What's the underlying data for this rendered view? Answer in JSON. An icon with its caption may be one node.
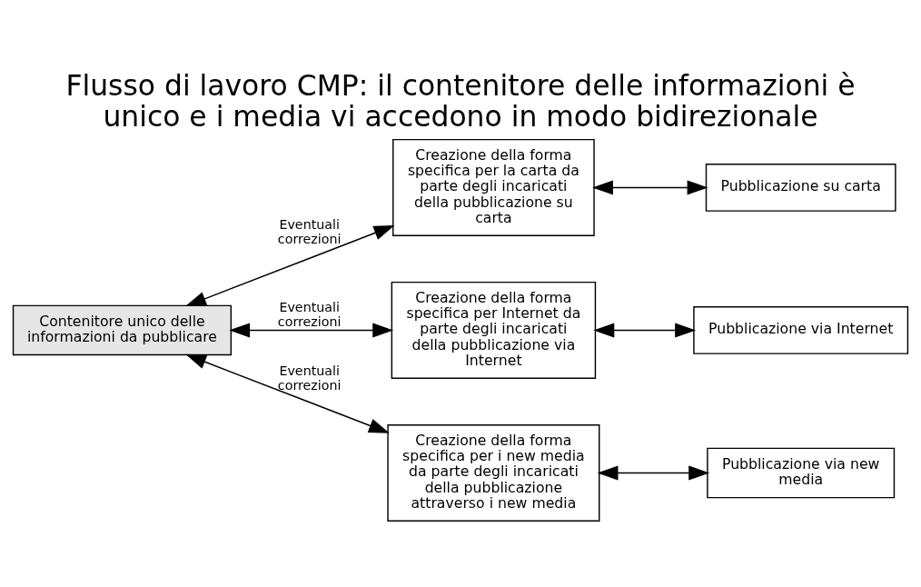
{
  "diagram": {
    "title": "Flusso di lavoro CMP: il contenitore delle informazioni è unico e i media vi accedono in modo bidirezionale",
    "nodes": [
      {
        "text": [
          "Contenitore unico delle informazioni da pubblicare"
        ]
      },
      {
        "text": [
          "Creazione della forma specifica per la carta da parte degli incaricati della pubblicazione su carta"
        ]
      },
      {
        "text": [
          "Pubblicazione su carta"
        ]
      },
      {
        "text": [
          "Creazione della forma specifica per Internet da parte degli incaricati della pubblicazione via Internet"
        ]
      },
      {
        "text": [
          "Pubblicazione via Internet"
        ]
      },
      {
        "text": [
          "Creazione della forma specifica per i new media da parte degli incaricati della pubblicazione attraverso i new media"
        ]
      },
      {
        "text": [
          "Pubblicazione via new media"
        ]
      }
    ],
    "edges": [
      {
        "from": 0,
        "to": 1,
        "arrow": "both",
        "label": "Eventuali correzioni"
      },
      {
        "from": 1,
        "to": 2,
        "arrow": "both"
      },
      {
        "from": 0,
        "to": 3,
        "arrow": "both",
        "label": "Eventuali correzioni"
      },
      {
        "from": 3,
        "to": 4,
        "arrow": "both"
      },
      {
        "from": 0,
        "to": 5,
        "arrow": "both",
        "label": "Eventuali correzioni"
      },
      {
        "from": 5,
        "to": 6,
        "arrow": "both"
      }
    ]
  }
}
